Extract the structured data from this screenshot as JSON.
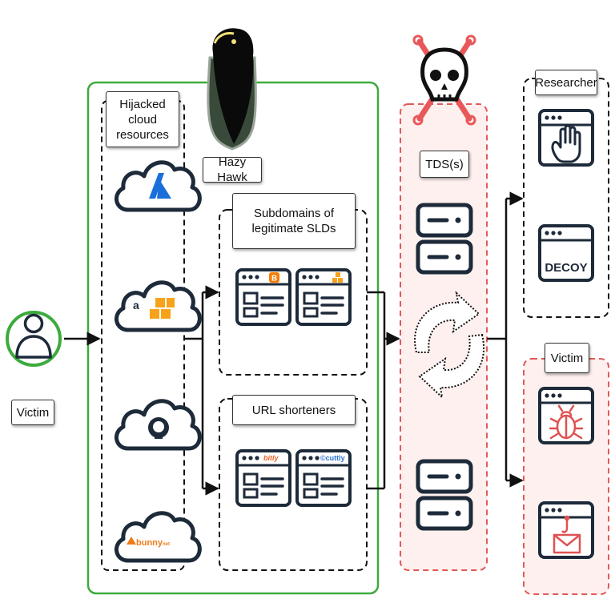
{
  "labels": {
    "victim_left": "Victim",
    "hijacked": "Hijacked cloud resources",
    "hazy_hawk": "Hazy Hawk",
    "subdomains": "Subdomains of legitimate SLDs",
    "url_shorteners": "URL shorteners",
    "tds": "TDS(s)",
    "researcher": "Researcher",
    "victim_right": "Victim",
    "decoy": "DECOY"
  },
  "shortener_logos": {
    "bitly": "bitly",
    "cuttly": "cuttly"
  },
  "cloud_logos": {
    "bunny": "bunny",
    "bunny_suffix": "net"
  },
  "colors": {
    "green_frame": "#3dab3d",
    "red_dashed": "#e05a5a",
    "pink_fill": "#fdf0ee",
    "navy": "#1d2a3a",
    "azure": "#1a6fd8",
    "aws_orange": "#f7a21b",
    "blogger_orange": "#f57c00",
    "bitly_orange": "#ee6123",
    "cuttly_blue": "#2a72d6",
    "bug_red": "#e05252",
    "skull_red": "#e8585a"
  },
  "icons": {
    "victim": "person-icon",
    "clouds": [
      "azure-cloud-icon",
      "aws-cloud-icon",
      "github-cloud-icon",
      "bunny-cloud-icon"
    ],
    "hawk": "hawk-icon",
    "skull": "skull-crossbones-icon",
    "server": "server-icon",
    "redirect": "circular-arrows-icon",
    "researcher_windows": [
      "hand-stop-icon",
      "decoy-icon"
    ],
    "victim_windows": [
      "bug-icon",
      "phishing-mail-icon"
    ]
  }
}
